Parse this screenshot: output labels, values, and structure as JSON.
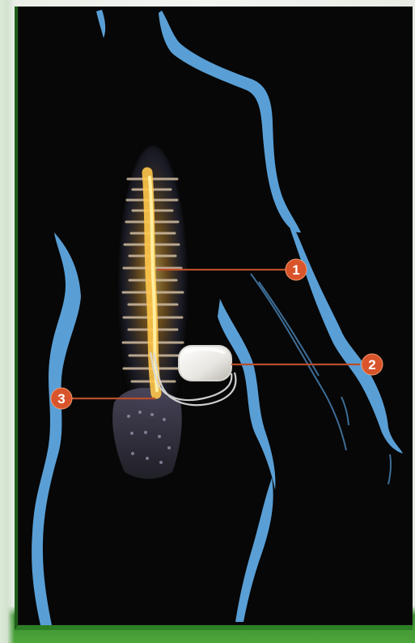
{
  "diagram": {
    "callouts": [
      {
        "id": "callout-1",
        "label": "1"
      },
      {
        "id": "callout-2",
        "label": "2"
      },
      {
        "id": "callout-3",
        "label": "3"
      }
    ]
  },
  "colors": {
    "background": "#070707",
    "outline": "#5da7e1",
    "callout": "#d9542b",
    "leader": "#b94d2b",
    "spine_glow": "#f4bf4b",
    "frame": "#3f9b32"
  },
  "icons": {
    "stimulator": "implanted-pulse-generator-icon",
    "spine": "spine-icon"
  }
}
